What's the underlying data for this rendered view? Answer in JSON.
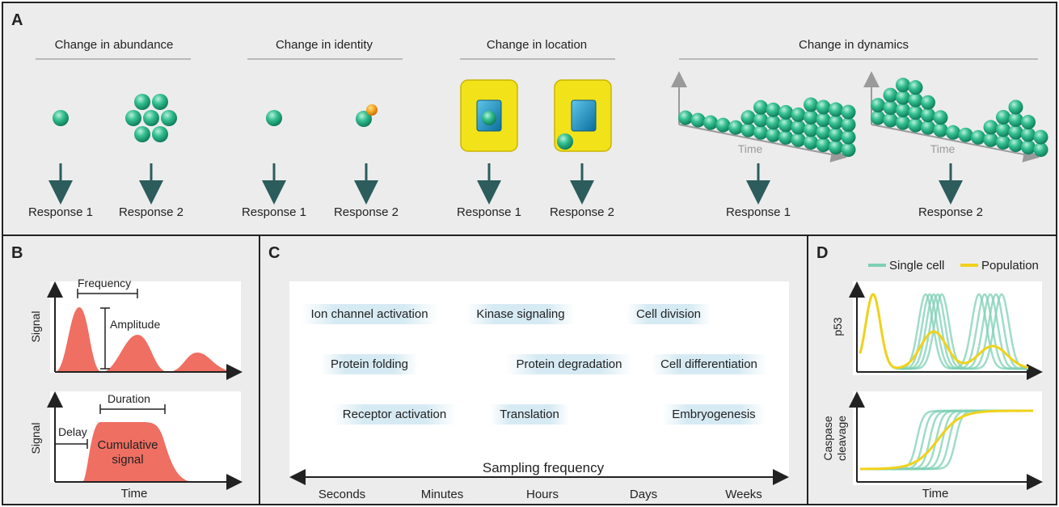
{
  "panel_a": {
    "label": "A",
    "groups": [
      {
        "title": "Change in abundance",
        "responses": [
          "Response 1",
          "Response 2"
        ]
      },
      {
        "title": "Change in identity",
        "responses": [
          "Response 1",
          "Response 2"
        ]
      },
      {
        "title": "Change in location",
        "responses": [
          "Response 1",
          "Response 2"
        ]
      },
      {
        "title": "Change in dynamics",
        "responses": [
          "Response 1",
          "Response 2"
        ],
        "axis_label": "Time"
      }
    ]
  },
  "panel_b": {
    "label": "B",
    "top": {
      "ylabel": "Signal",
      "frequency": "Frequency",
      "amplitude": "Amplitude"
    },
    "bottom": {
      "ylabel": "Signal",
      "duration": "Duration",
      "delay": "Delay",
      "cumulative_1": "Cumulative",
      "cumulative_2": "signal",
      "xlabel": "Time"
    }
  },
  "panel_c": {
    "label": "C",
    "processes": [
      "Ion channel activation",
      "Kinase signaling",
      "Cell division",
      "Protein folding",
      "Protein degradation",
      "Cell differentiation",
      "Receptor activation",
      "Translation",
      "Embryogenesis"
    ],
    "axis_title": "Sampling frequency",
    "timescales": [
      "Seconds",
      "Minutes",
      "Hours",
      "Days",
      "Weeks"
    ]
  },
  "panel_d": {
    "label": "D",
    "legend": {
      "single_cell": "Single cell",
      "population": "Population"
    },
    "top_ylabel": "p53",
    "bottom_ylabel_1": "Caspase",
    "bottom_ylabel_2": "cleavage",
    "xlabel": "Time"
  },
  "colors": {
    "cell_green": "#2fb68a",
    "arrow": "#2c5c5c",
    "signal_red": "#ef6f62",
    "yellow_box": "#f2e21a",
    "nucleus_blue": "#1a8fc0",
    "population_yellow": "#f0d21b",
    "single_cell_teal": "#7fd0b4"
  }
}
